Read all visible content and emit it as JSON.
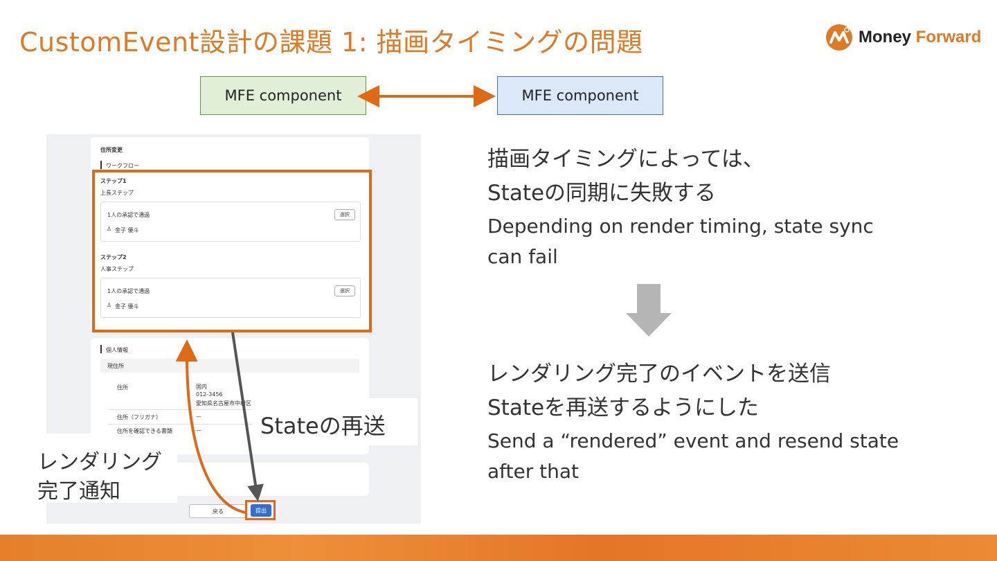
{
  "slide": {
    "title": "CustomEvent設計の課題 1: 描画タイミングの問題",
    "logo": {
      "word1": "Money",
      "word2": "Forward"
    },
    "diagram": {
      "left_box": "MFE component",
      "right_box": "MFE component"
    },
    "screenshot": {
      "section_title": "住所変更",
      "workflow_label": "ワークフロー",
      "steps": [
        {
          "title": "ステップ1",
          "subtitle": "上長ステップ",
          "approval": "1人の承認で通過",
          "select_button": "選択",
          "assignee": "金子 優斗"
        },
        {
          "title": "ステップ2",
          "subtitle": "人事ステップ",
          "approval": "1人の承認で通過",
          "select_button": "選択",
          "assignee": "金子 優斗"
        }
      ],
      "personal_info": {
        "title": "個人情報",
        "subsection": "現住所",
        "address_label": "住所",
        "address_lines": [
          "国内",
          "012-3456",
          "愛知県名古屋市中村区名"
        ],
        "furigana_label": "住所（フリガナ）",
        "furigana_value": "—",
        "doc_label": "住所を確認できる書類",
        "doc_value": "—"
      },
      "back_button": "戻る",
      "submit_button": "提出"
    },
    "callouts": {
      "resend": "Stateの再送",
      "render_done": [
        "レンダリング",
        "完了通知"
      ]
    },
    "problem": {
      "jp": [
        "描画タイミングによっては、",
        "Stateの同期に失敗する"
      ],
      "en": [
        "Depending on render timing, state sync",
        "can fail"
      ]
    },
    "solution": {
      "jp": [
        "レンダリング完了のイベントを送信",
        "Stateを再送するようにした"
      ],
      "en": [
        "Send a “rendered” event and resend state",
        "after that"
      ]
    },
    "colors": {
      "accent": "#e07a22",
      "highlight": "#e06a14",
      "arrow_gray": "#555555"
    }
  }
}
